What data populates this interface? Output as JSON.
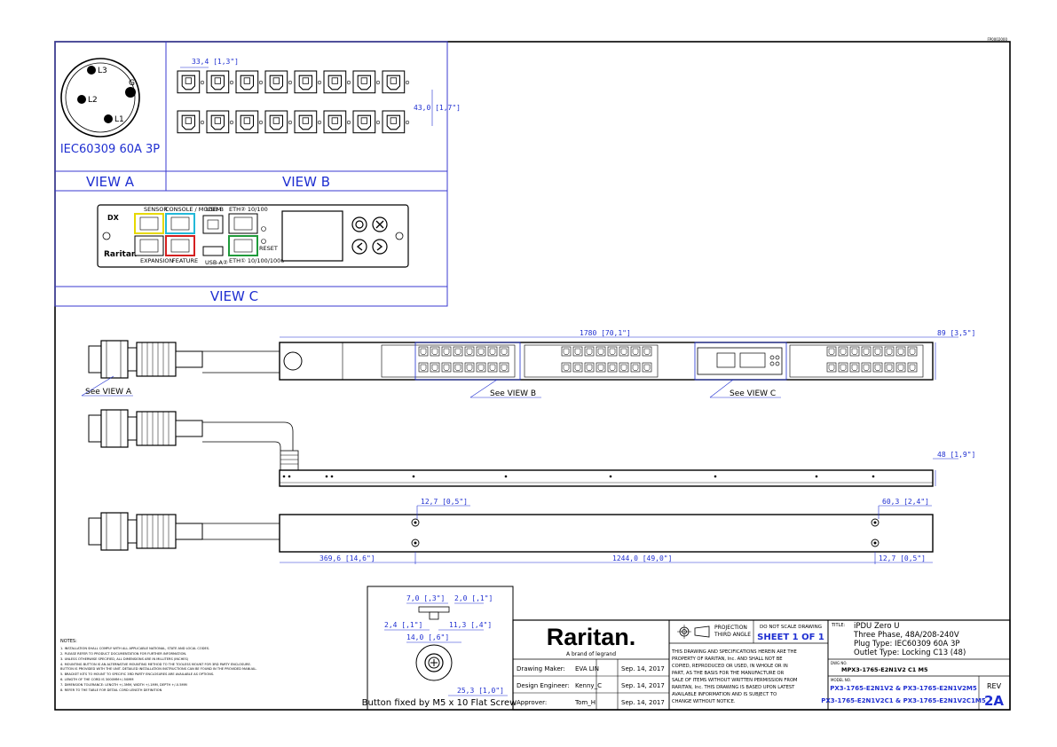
{
  "drawing_id": "FP0002000",
  "views": {
    "a": {
      "label": "VIEW A",
      "caption": "IEC60309 60A 3P",
      "pins": {
        "l1": "L1",
        "l2": "L2",
        "l3": "L3",
        "g": "G"
      }
    },
    "b": {
      "label": "VIEW B",
      "dim_pitch": "33,4 [1,3\"]",
      "dim_row": "43,0 [1,7\"]"
    },
    "c": {
      "label": "VIEW C",
      "port_labels": {
        "sensor": "SENSOR",
        "console": "CONSOLE / MODEM",
        "usb_b": "USB-B",
        "eth": "ETH② 10/100",
        "expansion": "EXPANSION",
        "feature": "FEATURE",
        "usb_a": "USB-A②",
        "eth2": "ETH① 10/100/1000",
        "reset": "RESET",
        "brand": "Raritan",
        "logo": "DX"
      }
    }
  },
  "elevation": {
    "dim_length": "1780 [70,1\"]",
    "dim_width": "89 [3,5\"]",
    "dim_depth": "48 [1,9\"]",
    "see_a": "See VIEW A",
    "see_b": "See VIEW B",
    "see_c": "See VIEW C",
    "dim_hole_top": "12,7 [0,5\"]",
    "dim_hole_right": "60,3 [2,4\"]",
    "dim_left": "369,6 [14,6\"]",
    "dim_span": "1244,0 [49,0\"]",
    "dim_end": "12,7 [0,5\"]"
  },
  "button_detail": {
    "dim_a": "7,0 [,3\"]",
    "dim_b": "2,0 [,1\"]",
    "dim_c": "2,4 [,1\"]",
    "dim_d": "11,3 [,4\"]",
    "dim_e": "14,0 [,6\"]",
    "dim_f": "25,3 [1,0\"]",
    "caption": "Button fixed by M5 x 10 Flat Screw"
  },
  "notes": {
    "title": "NOTES:",
    "lines": [
      "1. INSTALLATION SHALL COMPLY WITH ALL APPLICABLE NATIONAL, STATE AND LOCAL CODES.",
      "2. PLEASE REFER TO PRODUCT DOCUMENTATION FOR FURTHER INFORMATION.",
      "3. UNLESS OTHERWISE SPECIFIED, ALL DIMENSIONS ARE IN MILLITERS (INCHES)",
      "4. MOUNTING BUTTON IS AN ALTERNATIVE MOUNTING METHOD TO THE TOOLESS MOUNT FOR 3RD PARTY ENCLOSURE.",
      "   BUTTON IS PROVIDED WITH THE UNIT. DETAILED INSTALLATION INSTRUCTIONS CAN BE FOUND IN THE PROVIDED MANUAL.",
      "5. BRACKET KITS TO MOUNT TO SPECIFIC 3RD PARTY ENCLOSURES ARE AVAILABLE AS OPTIONS.",
      "6. LENGTH OF THE CORD IS 3000MM+/-50MM",
      "7. DIMENSION TOLERANCE: LENGTH +/-3MM, WIDTH +/-1MM, DEPTH +/-0.5MM",
      "8. REFER TO THE TABLE FOR DETAIL CORD LENGTH DEFINITION"
    ]
  },
  "title_block": {
    "brand": "Raritan.",
    "tagline": "A brand of legrand",
    "rows": [
      {
        "role": "Drawing Maker:",
        "name": "EVA LIN",
        "date": "Sep. 14, 2017"
      },
      {
        "role": "Design Engineer:",
        "name": "Kenny_C",
        "date": "Sep. 14, 2017"
      },
      {
        "role": "Approver:",
        "name": "Tom_H",
        "date": "Sep. 14, 2017"
      }
    ],
    "projection": "PROJECTION\nTHIRD ANGLE",
    "projection_1": "PROJECTION",
    "projection_2": "THIRD ANGLE",
    "no_scale": "DO NOT SCALE DRAWING",
    "sheet": "SHEET 1 OF 1",
    "disclaimer": [
      "THIS DRAWING AND SPECIFICATIONS HEREIN ARE THE",
      "PROPERTY OF RARITAN, Inc. AND SHALL NOT BE",
      "COPIED, REPRODUCED OR USED, IN WHOLE OR IN",
      "PART, AS THE BASIS FOR THE MANUFACTURE OR",
      "SALE OF ITEMS WITHOUT WRITTEN PERMISSION FROM",
      "RARITAN, Inc. THIS DRAWING IS BASED UPON LATEST",
      "AVAILABLE INFORMATION AND IS SUBJECT TO",
      "CHANGE WITHOUT NOTICE."
    ],
    "title_label": "TITLE:",
    "title_lines": [
      "iPDU Zero U",
      "Three Phase, 48A/208-240V",
      "Plug Type: IEC60309 60A 3P",
      "Outlet Type: Locking C13 (48)"
    ],
    "dwg_label": "DWG NO.",
    "dwg_no": "MPX3-1765-E2N1V2 C1 M5",
    "model_label": "MODEL NO.",
    "model_1": "PX3-1765-E2N1V2 & PX3-1765-E2N1V2M5",
    "model_2": "PX3-1765-E2N1V2C1 & PX3-1765-E2N1V2C1M5",
    "rev_label": "REV",
    "rev": "2A"
  },
  "colors": {
    "dimension": "#1f2fd1",
    "line": "#000000",
    "sensor": "#e6d800",
    "console": "#22b8d8",
    "feature": "#d42020",
    "eth": "#1f9a3a"
  }
}
